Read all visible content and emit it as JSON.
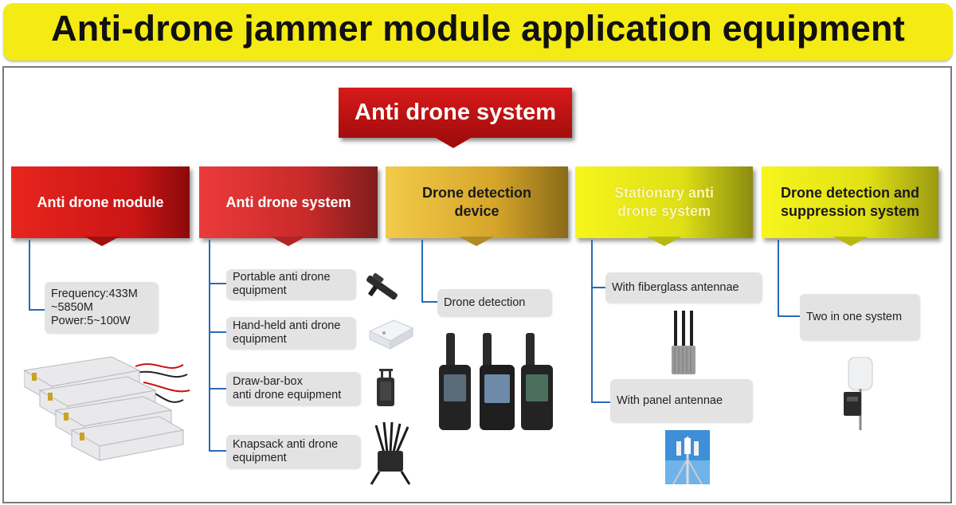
{
  "header": {
    "title": "Anti-drone jammer module application equipment"
  },
  "root": {
    "label": "Anti drone system"
  },
  "categories": [
    {
      "label": "Anti drone  module"
    },
    {
      "label": "Anti drone  system"
    },
    {
      "label": "Drone   detection device"
    },
    {
      "label": "Stationary  anti drone system"
    },
    {
      "label": "Drone detection and suppression system"
    }
  ],
  "module_spec": {
    "line1": "Frequency:433M",
    "line2": "~5850M",
    "line3": "Power:5~100W"
  },
  "system_items": [
    {
      "line1": "Portable  anti drone",
      "line2": "equipment"
    },
    {
      "line1": "Hand-held anti drone",
      "line2": "equipment"
    },
    {
      "line1": "Draw-bar-box",
      "line2": " anti drone equipment"
    },
    {
      "line1": "Knapsack anti drone",
      "line2": "equipment"
    }
  ],
  "detection_items": [
    {
      "label": "Drone detection"
    }
  ],
  "stationary_items": [
    {
      "label": "With fiberglass antennae"
    },
    {
      "label": "With panel antennae"
    }
  ],
  "suppression_items": [
    {
      "label": "Two in one system"
    }
  ]
}
